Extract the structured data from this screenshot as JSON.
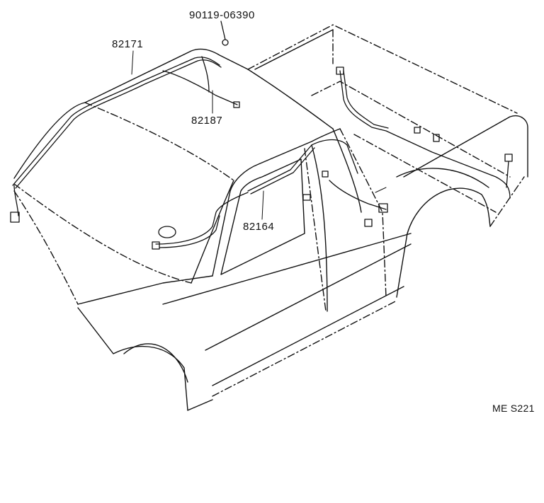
{
  "diagram": {
    "part_labels": {
      "bolt": "90119-06390",
      "roof_harness": "82171",
      "clamp": "82187",
      "door_harness": "82164"
    },
    "figure_code": "ME S221",
    "colors": {
      "line": "#111111",
      "background": "#ffffff"
    }
  }
}
